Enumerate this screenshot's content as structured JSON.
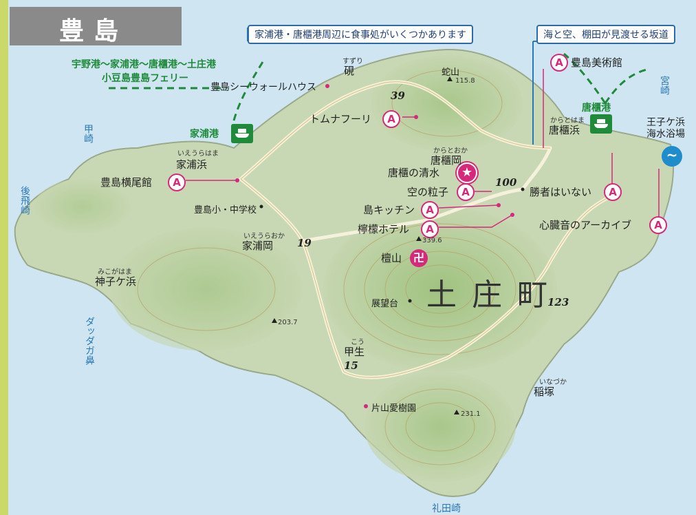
{
  "title": "豊島",
  "notes": {
    "dining": "家浦港・唐櫃港周辺に食事処がいくつかあります",
    "slope": "海と空、棚田が見渡せる坂道"
  },
  "ferry_route": {
    "line1": "宇野港〜家浦港〜唐櫃港〜土庄港",
    "line2": "小豆島豊島フェリー"
  },
  "ports": {
    "ieura": "家浦港",
    "karato": "唐櫃港"
  },
  "attractions": {
    "yokoo": "豊島横尾館",
    "museum": "豊島美術館",
    "tom": "トムナフーリ",
    "shimizu": "唐櫃の清水",
    "sora": "空の粒子",
    "kitchen": "島キッチン",
    "lemon": "檸檬ホテル",
    "shousha": "勝者はいない",
    "heart": "心臓音のアーカイブ",
    "seawall": "豊島シーウォールハウス"
  },
  "places": {
    "ieurahama": "家浦浜",
    "ieurahama_kana": "いえうらはま",
    "ieuraoka": "家浦岡",
    "ieuraoka_kana": "いえうらおか",
    "karatohama": "唐櫃浜",
    "karatohama_kana": "からとはま",
    "karatooka": "唐櫃岡",
    "karatooka_kana": "からとおか",
    "kougahama": "神子ケ浜",
    "kougahama_kana": "みこがはま",
    "kou": "甲生",
    "kou_kana": "こう",
    "inazuka": "稲塚",
    "inazuka_kana": "いなづか",
    "suzuri": "硯",
    "suzuri_kana": "すずり",
    "school": "豊島小・中学校",
    "tenbodai": "展望台",
    "katayama": "片山愛樹園",
    "danyama": "檀山",
    "town": "土庄町",
    "beach": "王子ケ浜\n海水浴場"
  },
  "coastal": {
    "kouzaki": "甲崎",
    "ushirohizaki": "後飛崎",
    "daddaga": "ダッダガ鼻",
    "miyazaki": "宮崎",
    "reidazaki": "礼田崎"
  },
  "mountains": {
    "hebiyama": "蛇山",
    "hebiyama_h": "115.8",
    "danyama_h": "339.6",
    "peak1": "203.7",
    "peak2": "231.1"
  },
  "roads": {
    "r39": "39",
    "r100": "100",
    "r19": "19",
    "r123": "123",
    "r15": "15"
  },
  "icons": {
    "attraction": "A",
    "star": "★",
    "shrine": "卍"
  },
  "colors": {
    "sea": "#cfe6f2",
    "land": "#c9d8b4",
    "hill": "#a9c88a",
    "accent": "#d6297a",
    "green": "#1e8a3a",
    "blue": "#2a78b6"
  }
}
